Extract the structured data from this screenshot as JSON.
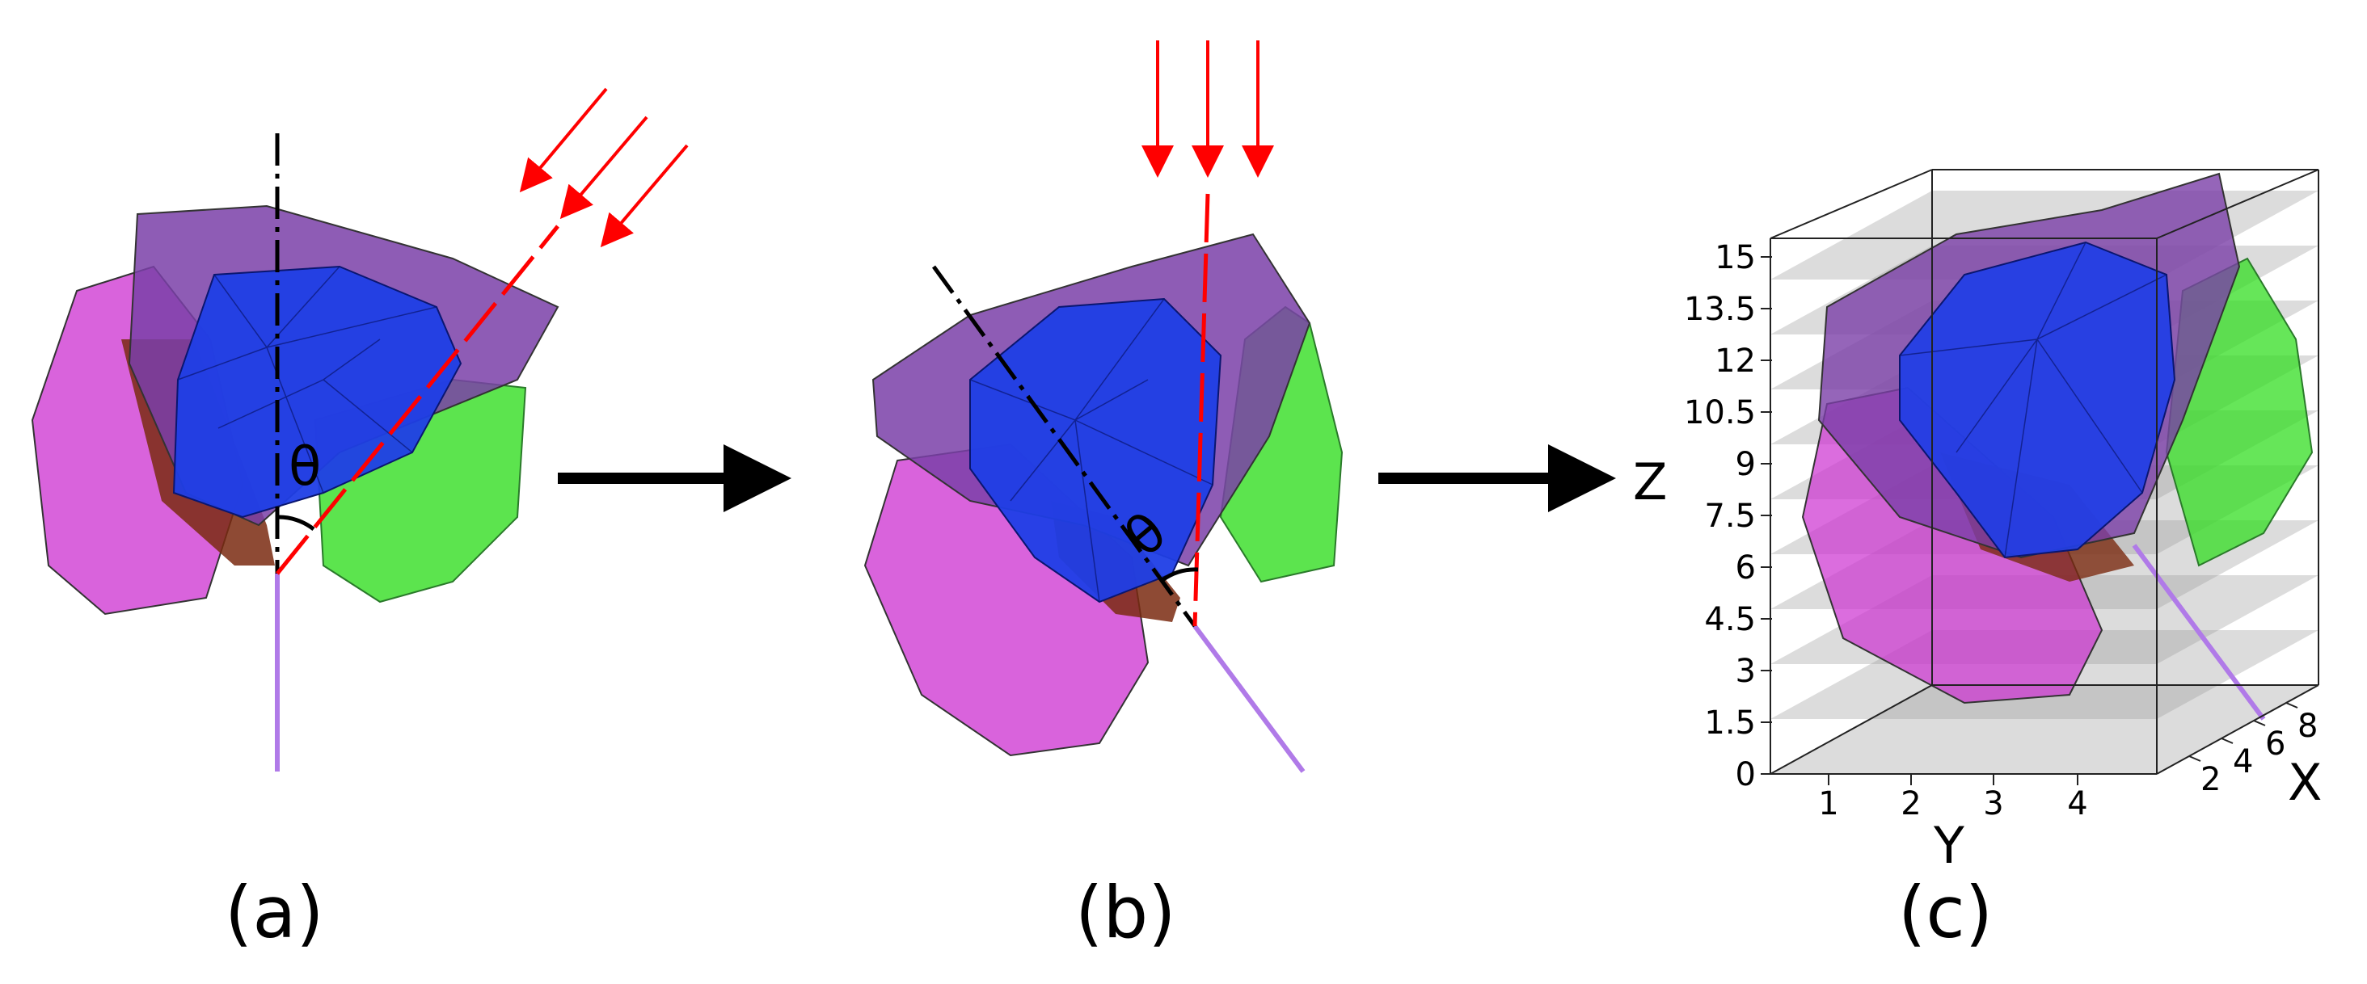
{
  "panels": [
    {
      "label": "(a)",
      "angle_symbol": "θ"
    },
    {
      "label": "(b)",
      "angle_symbol": "θ"
    },
    {
      "label": "(c)"
    }
  ],
  "axes": {
    "z": {
      "name": "Z",
      "ticks": [
        "15",
        "13.5",
        "12",
        "10.5",
        "9",
        "7.5",
        "6",
        "4.5",
        "3",
        "1.5",
        "0"
      ]
    },
    "y": {
      "name": "Y",
      "ticks": [
        "1",
        "2",
        "3",
        "4"
      ]
    },
    "x": {
      "name": "X",
      "ticks": [
        "2",
        "4",
        "6",
        "8"
      ]
    }
  },
  "colors": {
    "incident_light": "#ff0000",
    "blue_body": "#1f3ee6",
    "purple_body": "#7a3fa8",
    "magenta_body": "#cc2fd0",
    "green_body": "#33dd22",
    "brown_body": "#7a2a10",
    "stem": "#b07ae8",
    "slices": "#9a9a9a"
  }
}
